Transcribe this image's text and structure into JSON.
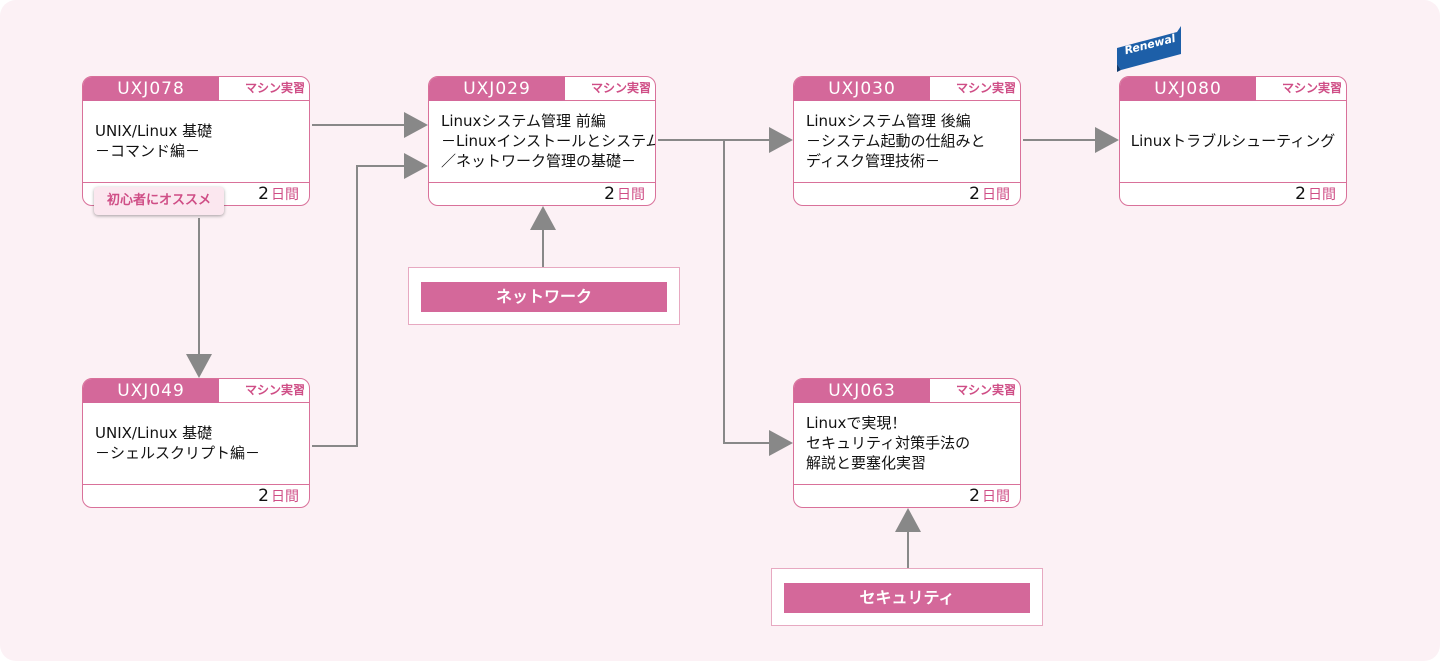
{
  "courses": [
    {
      "id": "uxj078",
      "code": "UXJ078",
      "tag": "マシン実習",
      "lines": [
        "UNIX/Linux 基礎",
        "－コマンド編－"
      ],
      "days": "2",
      "unit": "日間"
    },
    {
      "id": "uxj049",
      "code": "UXJ049",
      "tag": "マシン実習",
      "lines": [
        "UNIX/Linux 基礎",
        "－シェルスクリプト編－"
      ],
      "days": "2",
      "unit": "日間"
    },
    {
      "id": "uxj029",
      "code": "UXJ029",
      "tag": "マシン実習",
      "lines": [
        "Linuxシステム管理 前編",
        "－Linuxインストールとシステム",
        "／ネットワーク管理の基礎－"
      ],
      "days": "2",
      "unit": "日間"
    },
    {
      "id": "uxj030",
      "code": "UXJ030",
      "tag": "マシン実習",
      "lines": [
        "Linuxシステム管理 後編",
        "－システム起動の仕組みと",
        "ディスク管理技術－"
      ],
      "days": "2",
      "unit": "日間"
    },
    {
      "id": "uxj080",
      "code": "UXJ080",
      "tag": "マシン実習",
      "lines": [
        "Linuxトラブルシューティング"
      ],
      "days": "2",
      "unit": "日間"
    },
    {
      "id": "uxj063",
      "code": "UXJ063",
      "tag": "マシン実習",
      "lines": [
        "Linuxで実現！",
        "セキュリティ対策手法の",
        "解説と要塞化実習"
      ],
      "days": "2",
      "unit": "日間"
    }
  ],
  "badges": {
    "beginner": "初心者にオススメ",
    "renewal": "Renewal"
  },
  "topics": {
    "network": "ネットワーク",
    "security": "セキュリティ"
  },
  "colors": {
    "accent": "#d4689a",
    "arrow": "#888888",
    "background": "#fcf1f5",
    "ribbon": "#1d5fa8"
  }
}
